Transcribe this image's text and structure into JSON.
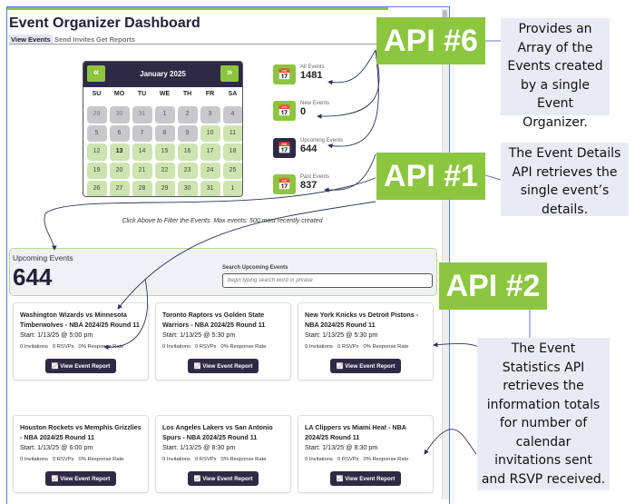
{
  "app": {
    "title": "Event Organizer Dashboard",
    "tabs": [
      {
        "label": "View Events",
        "active": true
      },
      {
        "label": "Send Invites"
      },
      {
        "label": "Get Reports"
      }
    ]
  },
  "calendar": {
    "month": "January 2025",
    "prev_icon": "double-chevron-left",
    "next_icon": "double-chevron-right",
    "weekdays": [
      "SU",
      "MO",
      "TU",
      "WE",
      "TH",
      "FR",
      "SA"
    ],
    "days": [
      "29",
      "30",
      "31",
      "1",
      "2",
      "3",
      "4",
      "5",
      "6",
      "7",
      "8",
      "9",
      "10",
      "11",
      "12",
      "13",
      "14",
      "15",
      "16",
      "17",
      "18",
      "19",
      "20",
      "21",
      "22",
      "23",
      "24",
      "25",
      "26",
      "27",
      "28",
      "29",
      "30",
      "31",
      "1"
    ],
    "today": "13"
  },
  "stats": [
    {
      "label": "All Events",
      "value": "1481",
      "icon": "calendar-stack-icon"
    },
    {
      "label": "New Events",
      "value": "0",
      "icon": "calendar-plus-icon"
    },
    {
      "label": "Upcoming Events",
      "value": "644",
      "icon": "calendar-clock-icon",
      "active": true
    },
    {
      "label": "Past Events",
      "value": "837",
      "icon": "calendar-check-icon"
    }
  ],
  "note": "Click Above to Filter the Events. Max events: 500 most recently created",
  "upcoming": {
    "label": "Upcoming Events",
    "count": "644",
    "search_label": "Search Upcoming Events",
    "search_placeholder": "begin typing search word or phrase",
    "search_value": ""
  },
  "events": [
    {
      "title": "Washington Wizards vs Minnesota Timberwolves - NBA 2024/25 Round 11",
      "start": "Start: 1/13/25 @ 5:00 pm",
      "invitations": "0 Invitations",
      "rsvps": "0 RSVPs",
      "rate": "0% Response Rate",
      "button": "View Event Report"
    },
    {
      "title": "Toronto Raptors vs Golden State Warriors - NBA 2024/25 Round 11",
      "start": "Start: 1/13/25 @ 5:30 pm",
      "invitations": "0 Invitations",
      "rsvps": "0 RSVPs",
      "rate": "0% Response Rate",
      "button": "View Event Report"
    },
    {
      "title": "New York Knicks vs Detroit Pistons - NBA 2024/25 Round 11",
      "start": "Start: 1/13/25 @ 5:30 pm",
      "invitations": "0 Invitations",
      "rsvps": "0 RSVPs",
      "rate": "0% Response Rate",
      "button": "View Event Report"
    },
    {
      "title": "Houston Rockets vs Memphis Grizzlies - NBA 2024/25 Round 11",
      "start": "Start: 1/13/25 @ 6:00 pm",
      "invitations": "0 Invitations",
      "rsvps": "0 RSVPs",
      "rate": "0% Response Rate",
      "button": "View Event Report"
    },
    {
      "title": "Los Angeles Lakers vs San Antonio Spurs - NBA 2024/25 Round 11",
      "start": "Start: 1/13/25 @ 8:30 pm",
      "invitations": "0 Invitations",
      "rsvps": "0 RSVPs",
      "rate": "0% Response Rate",
      "button": "View Event Report"
    },
    {
      "title": "LA Clippers vs Miami Heat - NBA 2024/25 Round 11",
      "start": "Start: 1/13/25 @ 8:30 pm",
      "invitations": "0 Invitations",
      "rsvps": "0 RSVPs",
      "rate": "0% Response Rate",
      "button": "View Event Report"
    }
  ],
  "annotations": [
    {
      "tag": "API #6",
      "text": "Provides an Array of the Events created by a single Event Organizer."
    },
    {
      "tag": "API #1",
      "text": "The Event Details API retrieves the single event’s details."
    },
    {
      "tag": "API #2",
      "text": "The Event Statistics API retrieves the information totals for number of calendar invitations sent and RSVP received."
    }
  ],
  "colors": {
    "accent": "#8cc63f",
    "dark": "#2e2a45",
    "past_day": "#c8c8cc",
    "future_day": "#cde4b0",
    "annotation_bg": "#e8ebf4"
  }
}
